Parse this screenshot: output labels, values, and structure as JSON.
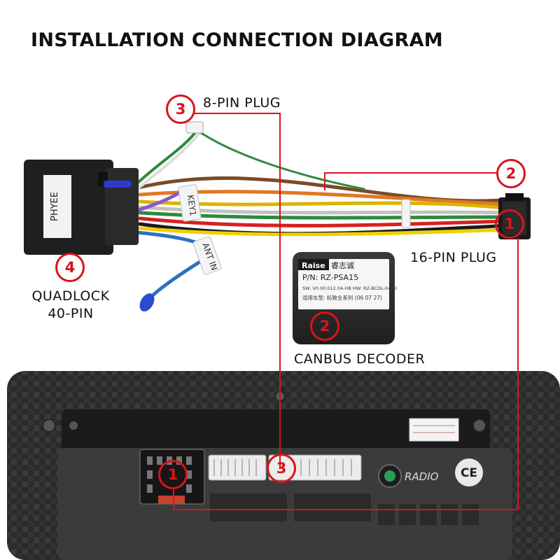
{
  "title": "INSTALLATION CONNECTION DIAGRAM",
  "labels": {
    "plug8": "8-PIN PLUG",
    "plug16": "16-PIN PLUG",
    "decoder": "CANBUS DECODER",
    "quadlock_line1": "QUADLOCK",
    "quadlock_line2": "40-PIN"
  },
  "badges": {
    "one": "1",
    "two": "2",
    "three": "3",
    "four": "4"
  },
  "connector_brand": "PHYEE",
  "wire_tags": {
    "key": "KEY1",
    "ant": "ANT IN"
  },
  "decoder_label": {
    "brand": "Raise",
    "brand_cn": "睿志诚",
    "part_number": "P/N: RZ-PSA15",
    "line2": "SW: V0.00.012.04-HB  HW: RZ-BCDL-040D",
    "line3": "适用车型:  标致全系列  (06 07 27)"
  },
  "radio": {
    "label": "RADIO",
    "ce": "CE"
  },
  "colors": {
    "accent": "#d8141c",
    "text": "#111111",
    "unit_body": "#2a2a2a"
  }
}
